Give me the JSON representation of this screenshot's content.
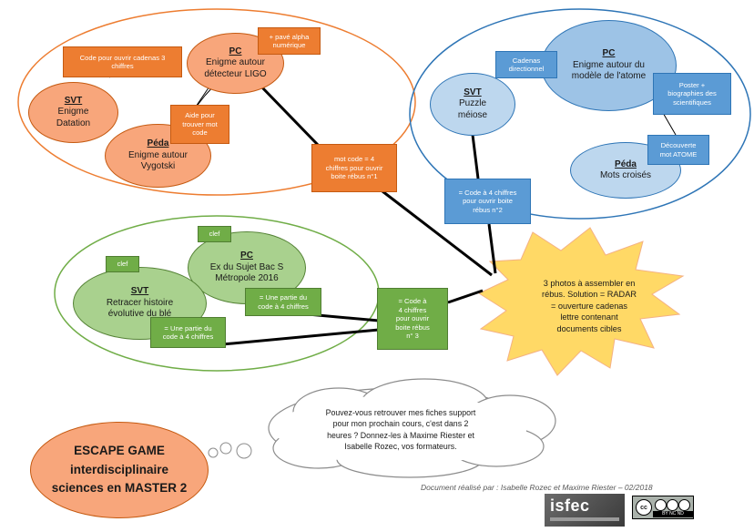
{
  "orange_group": {
    "pc": {
      "title": "PC",
      "line1": "Enigme autour",
      "line2": "détecteur LIGO"
    },
    "svt": {
      "title": "SVT",
      "line1": "Enigme",
      "line2": "Datation"
    },
    "peda": {
      "title": "Péda",
      "line1": "Enigme autour",
      "line2": "Vygotski"
    },
    "box_cadenas": {
      "line1": "Code pour ouvrir cadenas 3",
      "line2": "chiffres"
    },
    "box_pave": {
      "line1": "+ pavé alpha",
      "line2": "numérique"
    },
    "box_aide": {
      "line1": "Aide pour",
      "line2": "trouver mot",
      "line3": "code"
    },
    "box_motcode": {
      "line1": "mot code = 4",
      "line2": "chiffres pour ouvrir",
      "line3": "boite rébus n°1"
    }
  },
  "blue_group": {
    "pc": {
      "title": "PC",
      "line1": "Enigme autour du",
      "line2": "modèle de l'atome"
    },
    "svt": {
      "title": "SVT",
      "line1": "Puzzle",
      "line2": "méiose"
    },
    "peda": {
      "title": "Péda",
      "line1": "Mots croisés"
    },
    "box_cadenas": {
      "line1": "Cadenas",
      "line2": "directionnel"
    },
    "box_poster": {
      "line1": "Poster +",
      "line2": "biographies des",
      "line3": "scientifiques"
    },
    "box_decouverte": {
      "line1": "Découverte",
      "line2": "mot ATOME"
    },
    "box_code": {
      "line1": "= Code à 4 chiffres",
      "line2": "pour ouvrir boite",
      "line3": "rébus n°2"
    }
  },
  "green_group": {
    "pc": {
      "title": "PC",
      "line1": "Ex du Sujet Bac S",
      "line2": "Métropole 2016"
    },
    "svt": {
      "title": "SVT",
      "line1": "Retracer histoire",
      "line2": "évolutive du blé"
    },
    "clef1": "clef",
    "clef2": "clef",
    "box_partie1": {
      "line1": "= Une partie du",
      "line2": "code à 4 chiffres"
    },
    "box_partie2": {
      "line1": "= Une partie du",
      "line2": "code à 4 chiffres"
    },
    "box_code3": {
      "line1": "= Code à",
      "line2": "4 chiffres",
      "line3": "pour ouvrir",
      "line4": "boite rébus",
      "line5": "n° 3"
    }
  },
  "star": {
    "line1": "3 photos à assembler en",
    "line2": "rébus. Solution = RADAR",
    "line3": "= ouverture cadenas",
    "line4": "lettre contenant",
    "line5": "documents cibles"
  },
  "cloud": {
    "line1": "Pouvez-vous retrouver mes fiches support",
    "line2": "pour mon prochain cours, c'est dans 2",
    "line3": "heures ? Donnez-les à Maxime Riester et",
    "line4": "Isabelle Rozec, vos formateurs."
  },
  "title": {
    "line1": "ESCAPE GAME",
    "line2": "interdisciplinaire",
    "line3": "sciences en MASTER 2"
  },
  "footer": {
    "credit": "Document réalisé par : Isabelle Rozec et Maxime Riester – 02/2018",
    "isfec": "isfec",
    "cc": "BY  NC  ND"
  },
  "colors": {
    "orange": "#ed7d31",
    "blue": "#5b9bd5",
    "green": "#70ad47",
    "star": "#ffd966"
  }
}
